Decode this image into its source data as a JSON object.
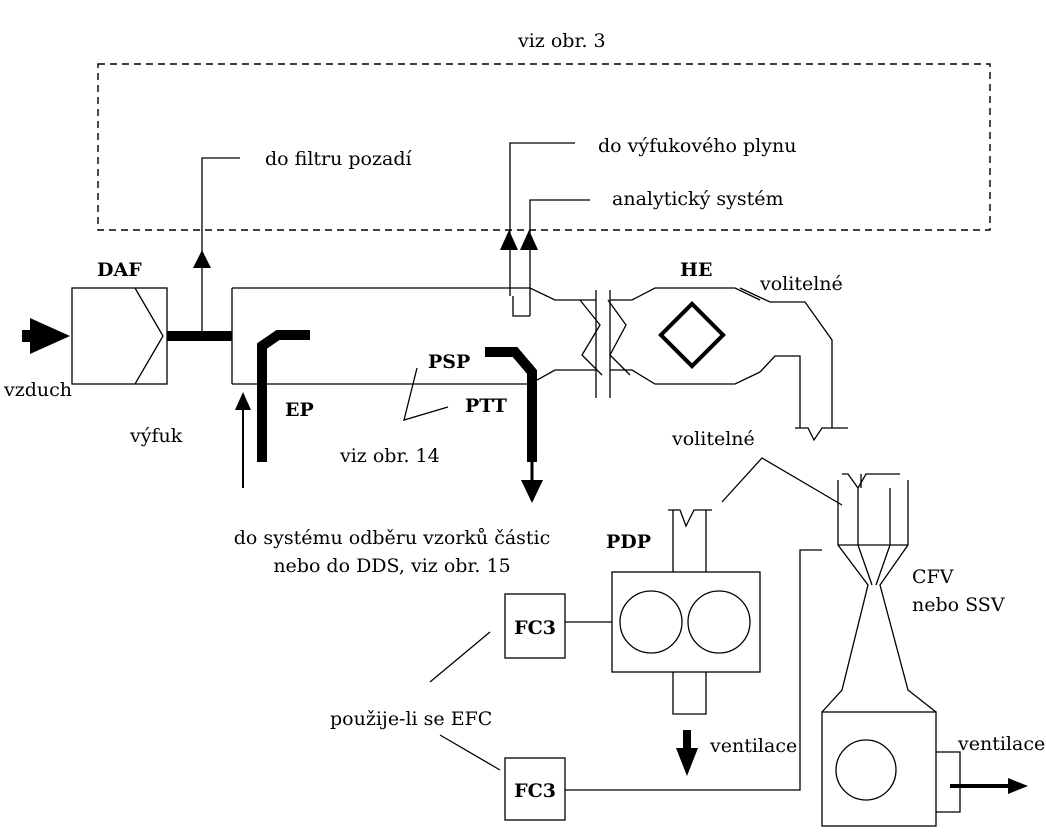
{
  "labels": {
    "viz_obr_3": "viz obr. 3",
    "do_filtru_pozadi": "do filtru pozadí",
    "do_vyfukoveho_plynu": "do výfukového plynu",
    "analyticky_system": "analytický systém",
    "daf": "DAF",
    "he": "HE",
    "volitelne_1": "volitelné",
    "volitelne_2": "volitelné",
    "vzduch": "vzduch",
    "vyfuk": "výfuk",
    "ep": "EP",
    "psp": "PSP",
    "ptt": "PTT",
    "viz_obr_14": "viz obr. 14",
    "do_systemu_line1": "do systému odběru vzorků částic",
    "do_systemu_line2": "nebo do DDS, viz obr. 15",
    "pdp": "PDP",
    "cfv_line1": "CFV",
    "cfv_line2": "nebo SSV",
    "fc3_top": "FC3",
    "fc3_bottom": "FC3",
    "pouzije_li": "použije-li se EFC",
    "ventilace_1": "ventilace",
    "ventilace_2": "ventilace"
  }
}
